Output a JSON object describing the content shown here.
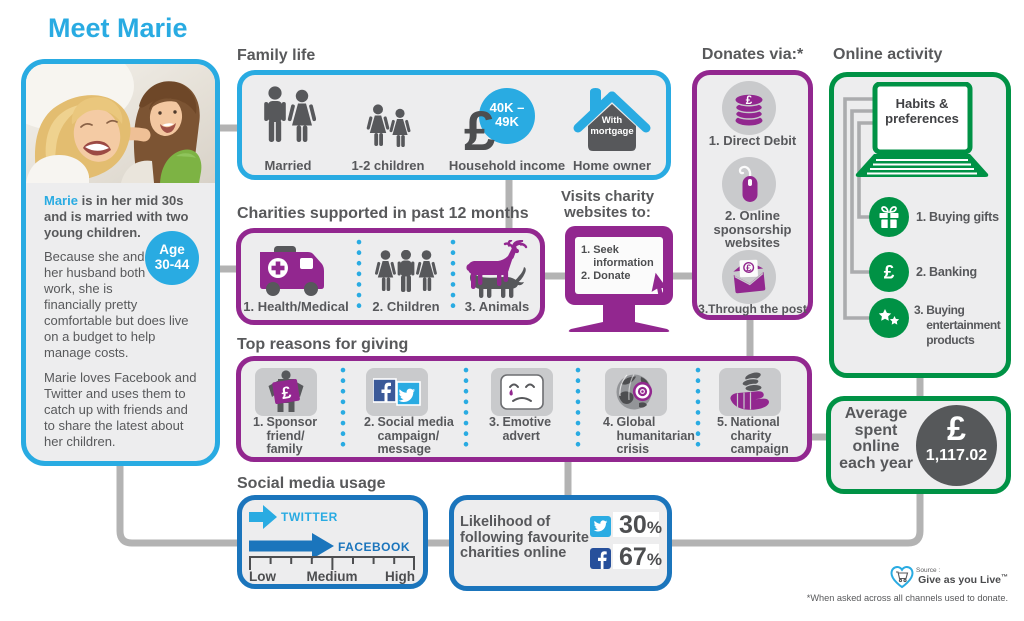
{
  "title": "Meet Marie",
  "colors": {
    "cyan": "#29ABE2",
    "purple": "#92278F",
    "green": "#009245",
    "blue": "#1B75BC",
    "dark_gray": "#58595B",
    "connector_gray": "#B3B3B3",
    "panel_bg": "#EDEDEE"
  },
  "profile": {
    "name": "Marie",
    "intro_rest": " is in her mid 30s and is married with two young children.",
    "para2": "Because she and her husband both work, she is financially pretty comfortable but does live on a budget to help manage costs.",
    "para3": "Marie loves Facebook and Twitter and uses them to catch up with friends and to share the latest about her children.",
    "age_badge_line1": "Age",
    "age_badge_line2": "30-44"
  },
  "family_life": {
    "label": "Family life",
    "married_label": "Married",
    "children_label": "1-2 children",
    "income_label": "Household income",
    "income_bubble_line1": "40K –",
    "income_bubble_line2": "49K",
    "income_symbol": "£",
    "home_label": "Home owner",
    "house_text": "With mortgage"
  },
  "charities": {
    "label": "Charities supported in past 12 months",
    "item1": "1. Health/Medical",
    "item2": "2. Children",
    "item3": "3. Animals"
  },
  "visits": {
    "label_line1": "Visits charity",
    "label_line2": "websites to:",
    "screen_item1_num": "1.",
    "screen_item1_text": "Seek information",
    "screen_item2_num": "2.",
    "screen_item2_text": "Donate"
  },
  "donates": {
    "label": "Donates via:*",
    "item1": "1. Direct Debit",
    "item2": "2. Online sponsorship websites",
    "item3": "3.Through the post",
    "coin_symbol": "£"
  },
  "online_activity": {
    "label": "Online activity",
    "laptop_text": "Habits & preferences",
    "item1_num": "1.",
    "item1_text": "Buying gifts",
    "item2_num": "2.",
    "item2_text": "Banking",
    "item3_num": "3.",
    "item3_text": "Buying entertainment products",
    "banking_symbol": "£"
  },
  "top_reasons": {
    "label": "Top reasons for giving",
    "item1_num": "1.",
    "item1_text": "Sponsor friend/ family",
    "item2_num": "2.",
    "item2_text": "Social media campaign/ message",
    "item3_num": "3.",
    "item3_text": "Emotive advert",
    "item4_num": "4.",
    "item4_text": "Global humanitarian crisis",
    "item5_num": "5.",
    "item5_text": "National charity campaign",
    "sponsor_symbol": "£"
  },
  "average_spent": {
    "text": "Average spent online each year",
    "currency": "£",
    "amount": "1,117.02"
  },
  "social_usage": {
    "label": "Social media usage",
    "twitter_label": "TWITTER",
    "facebook_label": "FACEBOOK",
    "scale_low": "Low",
    "scale_medium": "Medium",
    "scale_high": "High"
  },
  "likelihood": {
    "text": "Likelihood of following favourite charities online",
    "twitter_value": "30",
    "facebook_value": "67",
    "percent_symbol": "%"
  },
  "footer": {
    "source_label": "Source :",
    "brand": "Give as you Live",
    "brand_tm": "™",
    "footnote": "*When asked across all channels used to donate."
  }
}
